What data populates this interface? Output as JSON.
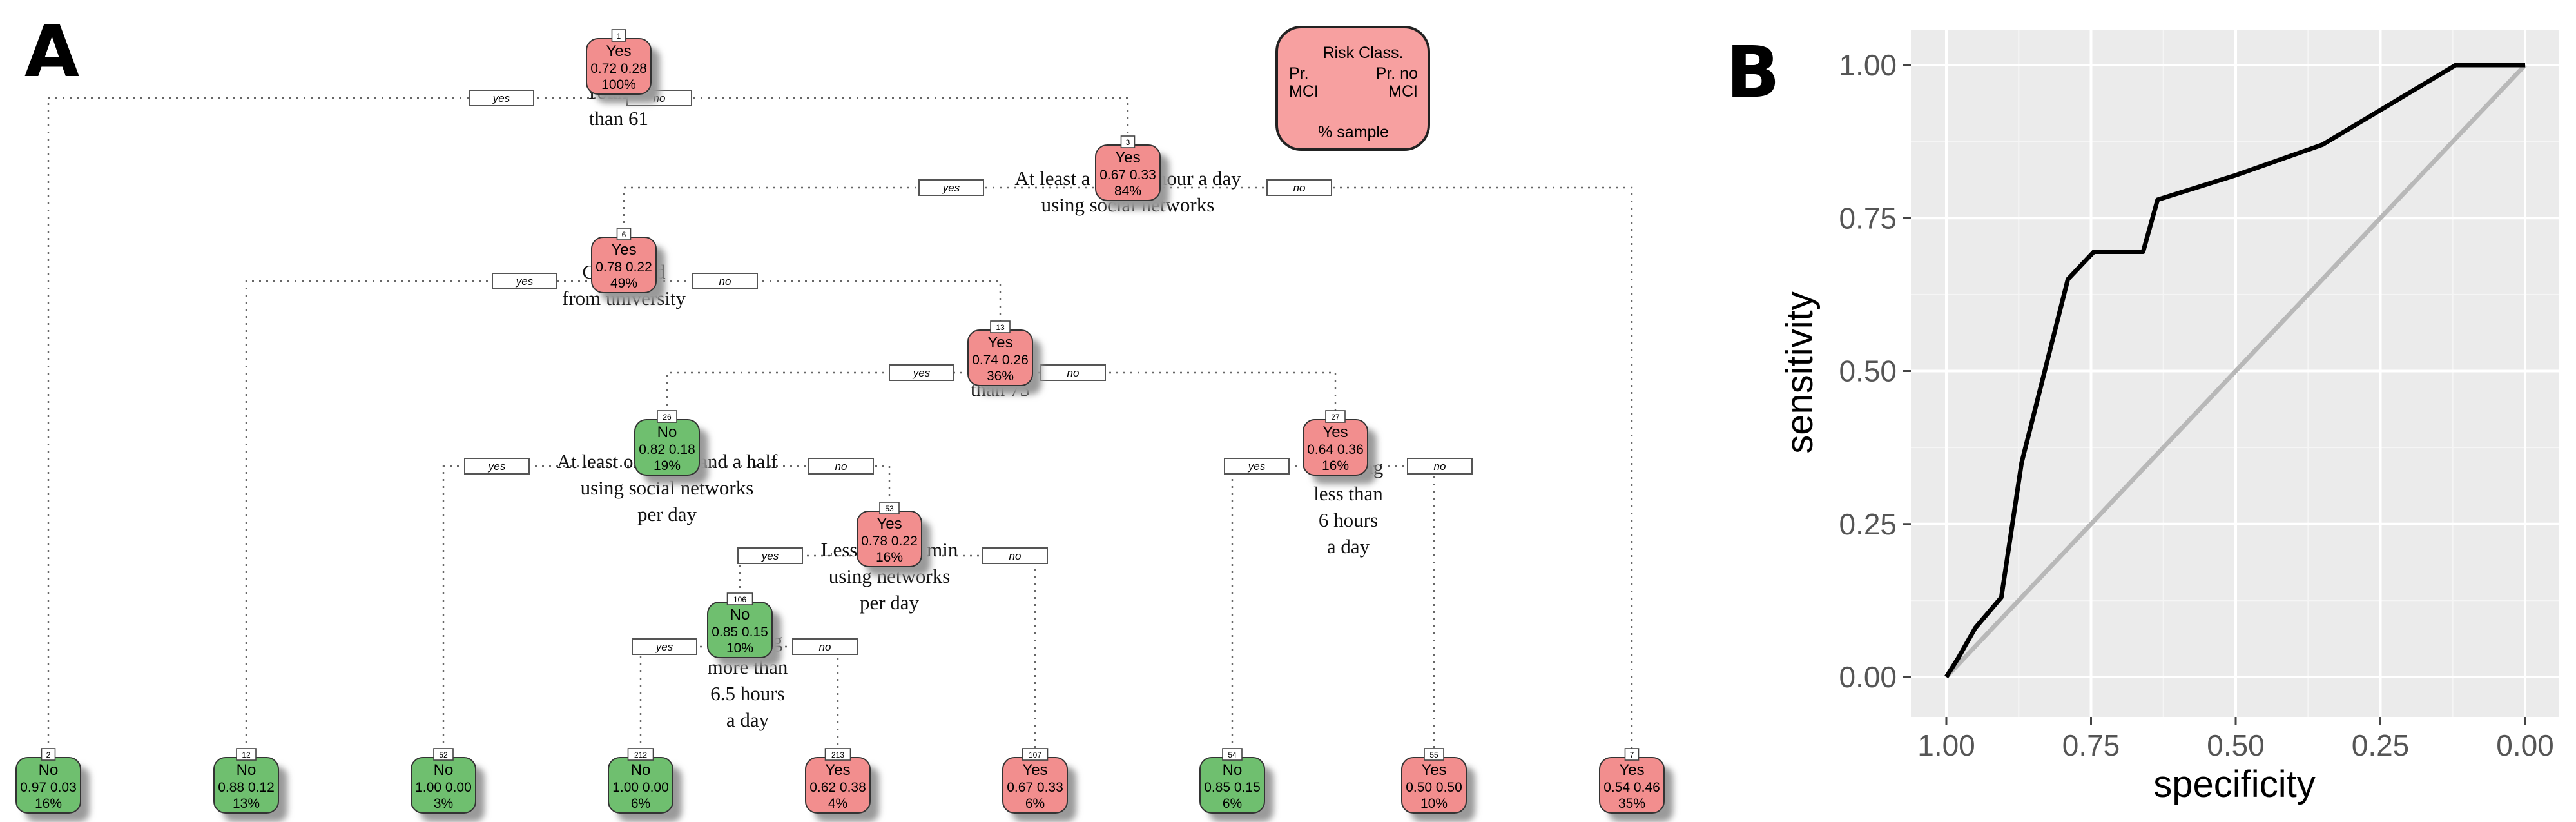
{
  "panels": {
    "a": "A",
    "b": "B"
  },
  "colors": {
    "yes_node": "#f28e8e",
    "no_node": "#6fbf6f",
    "roc_line": "#000000",
    "diag_line": "#b8b8b8",
    "plot_bg": "#ebebeb"
  },
  "chart_data": [
    {
      "type": "tree",
      "legend": {
        "title": "Risk Class.",
        "left": "Pr.\nMCI",
        "right": "Pr. no\nMCI",
        "bottom": "% sample"
      },
      "yes_label": "yes",
      "no_label": "no",
      "nodes": [
        {
          "id": "root",
          "num": "1",
          "cls": "Yes",
          "p1": "0.72",
          "p2": "0.28",
          "pct": "100%"
        },
        {
          "id": "n3",
          "num": "3",
          "cls": "Yes",
          "p1": "0.67",
          "p2": "0.33",
          "pct": "84%"
        },
        {
          "id": "n6",
          "num": "6",
          "cls": "Yes",
          "p1": "0.78",
          "p2": "0.22",
          "pct": "49%"
        },
        {
          "id": "n13",
          "num": "13",
          "cls": "Yes",
          "p1": "0.74",
          "p2": "0.26",
          "pct": "36%"
        },
        {
          "id": "n26",
          "num": "26",
          "cls": "No",
          "p1": "0.82",
          "p2": "0.18",
          "pct": "19%"
        },
        {
          "id": "n27",
          "num": "27",
          "cls": "Yes",
          "p1": "0.64",
          "p2": "0.36",
          "pct": "16%"
        },
        {
          "id": "n53",
          "num": "53",
          "cls": "Yes",
          "p1": "0.78",
          "p2": "0.22",
          "pct": "16%"
        },
        {
          "id": "n106",
          "num": "106",
          "cls": "No",
          "p1": "0.85",
          "p2": "0.15",
          "pct": "10%"
        },
        {
          "id": "l2",
          "num": "2",
          "cls": "No",
          "p1": "0.97",
          "p2": "0.03",
          "pct": "16%"
        },
        {
          "id": "l12",
          "num": "12",
          "cls": "No",
          "p1": "0.88",
          "p2": "0.12",
          "pct": "13%"
        },
        {
          "id": "l52",
          "num": "52",
          "cls": "No",
          "p1": "1.00",
          "p2": "0.00",
          "pct": "3%"
        },
        {
          "id": "l212",
          "num": "212",
          "cls": "No",
          "p1": "1.00",
          "p2": "0.00",
          "pct": "6%"
        },
        {
          "id": "l213",
          "num": "213",
          "cls": "Yes",
          "p1": "0.62",
          "p2": "0.38",
          "pct": "4%"
        },
        {
          "id": "l107",
          "num": "107",
          "cls": "Yes",
          "p1": "0.67",
          "p2": "0.33",
          "pct": "6%"
        },
        {
          "id": "l54",
          "num": "54",
          "cls": "No",
          "p1": "0.85",
          "p2": "0.15",
          "pct": "6%"
        },
        {
          "id": "l55",
          "num": "55",
          "cls": "Yes",
          "p1": "0.50",
          "p2": "0.50",
          "pct": "10%"
        },
        {
          "id": "l7",
          "num": "7",
          "cls": "Yes",
          "p1": "0.54",
          "p2": "0.46",
          "pct": "35%"
        }
      ],
      "splits": [
        {
          "id": "s_root",
          "node": "root",
          "yes": "l2",
          "no": "n3",
          "text": "Younger\nthan 61"
        },
        {
          "id": "s_n3",
          "node": "n3",
          "yes": "n6",
          "no": "l7",
          "text": "At least a quarter hour a day\nusing social networks"
        },
        {
          "id": "s_n6",
          "node": "n6",
          "yes": "l12",
          "no": "n13",
          "text": "Graduated\nfrom university"
        },
        {
          "id": "s_n13",
          "node": "n13",
          "yes": "n26",
          "no": "n27",
          "text": "Younger\nthan 73"
        },
        {
          "id": "s_n26",
          "node": "n26",
          "yes": "l52",
          "no": "n53",
          "text": "At least one hour and a half\nusing social networks\nper day"
        },
        {
          "id": "s_n27",
          "node": "n27",
          "yes": "l54",
          "no": "l55",
          "text": "Sleeping\nless than\n6 hours\na day"
        },
        {
          "id": "s_n53",
          "node": "n53",
          "yes": "n106",
          "no": "l107",
          "text": "Less than 45 min\nusing networks\nper day"
        },
        {
          "id": "s_n106",
          "node": "n106",
          "yes": "l212",
          "no": "l213",
          "text": "Sleeping\nmore than\n6.5 hours\na day"
        }
      ]
    },
    {
      "type": "line",
      "xlabel": "specificity",
      "ylabel": "sensitivity",
      "x_reversed": true,
      "xlim": [
        1.0,
        0.0
      ],
      "ylim": [
        0.0,
        1.0
      ],
      "xticks": [
        "1.00",
        "0.75",
        "0.50",
        "0.25",
        "0.00"
      ],
      "yticks": [
        "0.00",
        "0.25",
        "0.50",
        "0.75",
        "1.00"
      ],
      "grid": true,
      "series": [
        {
          "x": [
            1.0,
            0.98,
            0.95,
            0.905,
            0.87,
            0.79,
            0.745,
            0.72,
            0.66,
            0.635,
            0.5,
            0.35,
            0.12,
            0.0
          ],
          "y": [
            0.0,
            0.03,
            0.08,
            0.13,
            0.35,
            0.65,
            0.695,
            0.695,
            0.695,
            0.78,
            0.82,
            0.87,
            1.0,
            1.0
          ]
        },
        {
          "x": [
            1.0,
            0.0
          ],
          "y": [
            0.0,
            1.0
          ]
        }
      ]
    }
  ]
}
